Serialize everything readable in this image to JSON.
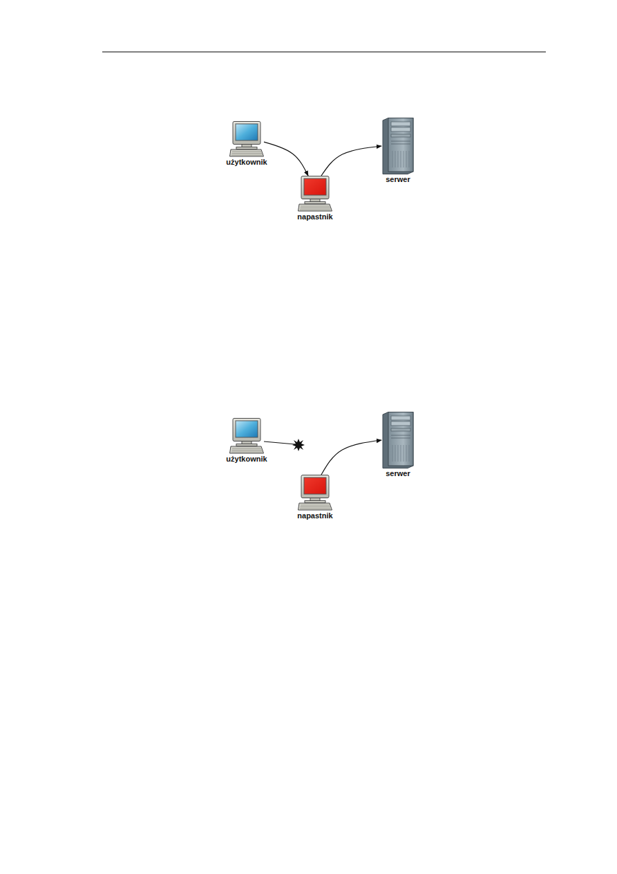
{
  "diagram": {
    "nodes": [
      {
        "text": [
          "użytkownik"
        ]
      },
      {
        "text": [
          "napastnik"
        ]
      },
      {
        "text": [
          "serwer"
        ]
      },
      {
        "text": [
          "użytkownik"
        ]
      },
      {
        "text": [
          "napastnik"
        ]
      },
      {
        "text": [
          "serwer"
        ]
      }
    ],
    "edges": [
      {
        "from": 0,
        "to": 1,
        "arrow": "to"
      },
      {
        "from": 1,
        "to": 2,
        "arrow": "to"
      },
      {
        "from": 4,
        "to": 5,
        "arrow": "to"
      }
    ]
  }
}
